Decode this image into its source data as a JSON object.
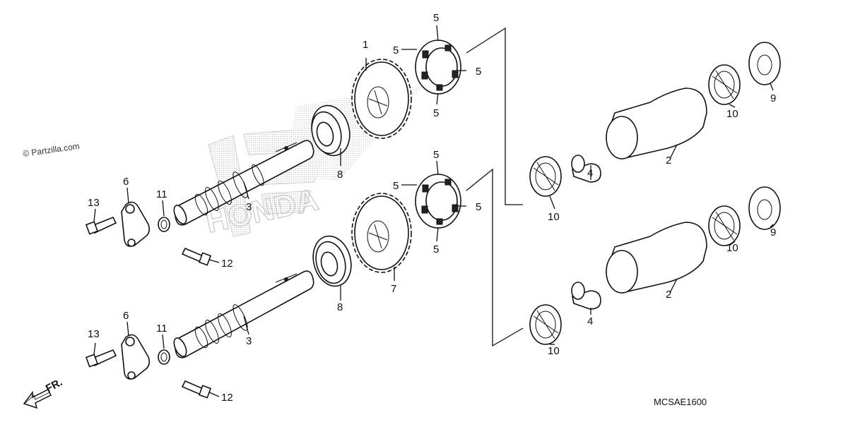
{
  "watermark": "© Partzilla.com",
  "diagram_code": "MCSAE1600",
  "front_arrow_label": "FR.",
  "logo_text": "HONDA",
  "callouts": {
    "c1": "1",
    "c2a": "2",
    "c2b": "2",
    "c3a": "3",
    "c3b": "3",
    "c4a": "4",
    "c4b": "4",
    "c5a": "5",
    "c5b": "5",
    "c5c": "5",
    "c5d": "5",
    "c5e": "5",
    "c5f": "5",
    "c5g": "5",
    "c5h": "5",
    "c6a": "6",
    "c6b": "6",
    "c7": "7",
    "c8a": "8",
    "c8b": "8",
    "c9a": "9",
    "c9b": "9",
    "c10a": "10",
    "c10b": "10",
    "c10c": "10",
    "c10d": "10",
    "c11a": "11",
    "c11b": "11",
    "c12a": "12",
    "c12b": "12",
    "c13a": "13",
    "c13b": "13"
  }
}
